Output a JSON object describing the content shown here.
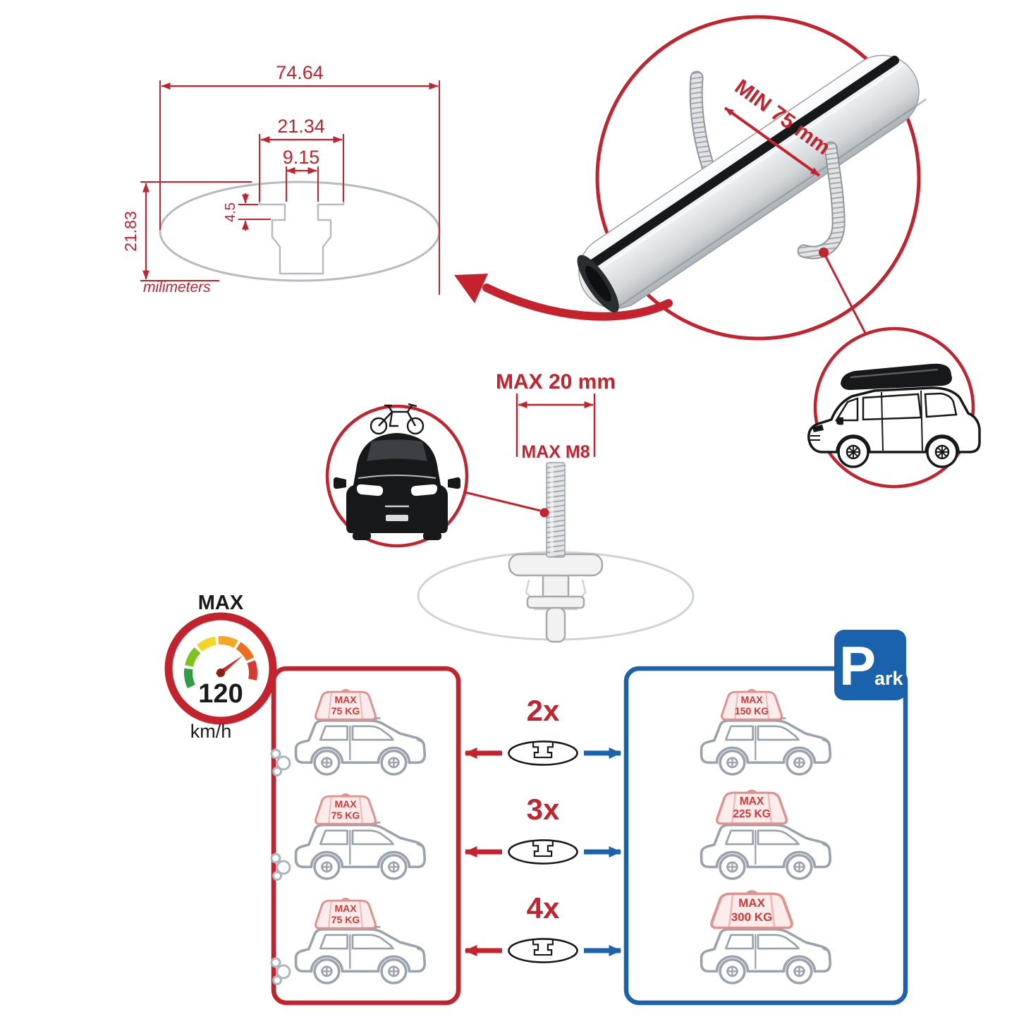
{
  "colors": {
    "accent_red": "#c4222c",
    "accent_blue": "#1b62ad",
    "line_gray": "#9aa3ab"
  },
  "cross_section": {
    "width": "74.64",
    "channel_width": "21.34",
    "slot_width": "9.15",
    "lip_height": "4.5",
    "height": "21.83",
    "units": "milimeters"
  },
  "clamp": {
    "min_grip": "MIN 75 mm"
  },
  "bolt": {
    "max_length": "MAX 20 mm",
    "max_thread": "MAX M8"
  },
  "speed": {
    "label": "MAX",
    "value": "120",
    "units": "km/h"
  },
  "parking_sign": {
    "p": "P",
    "ark": "ark"
  },
  "load": {
    "rows": [
      {
        "multiplier": "2x",
        "drive_max": "MAX",
        "drive_kg": "75 KG",
        "park_max": "MAX",
        "park_kg": "150 KG"
      },
      {
        "multiplier": "3x",
        "drive_max": "MAX",
        "drive_kg": "75 KG",
        "park_max": "MAX",
        "park_kg": "225 KG"
      },
      {
        "multiplier": "4x",
        "drive_max": "MAX",
        "drive_kg": "75 KG",
        "park_max": "MAX",
        "park_kg": "300 KG"
      }
    ]
  }
}
